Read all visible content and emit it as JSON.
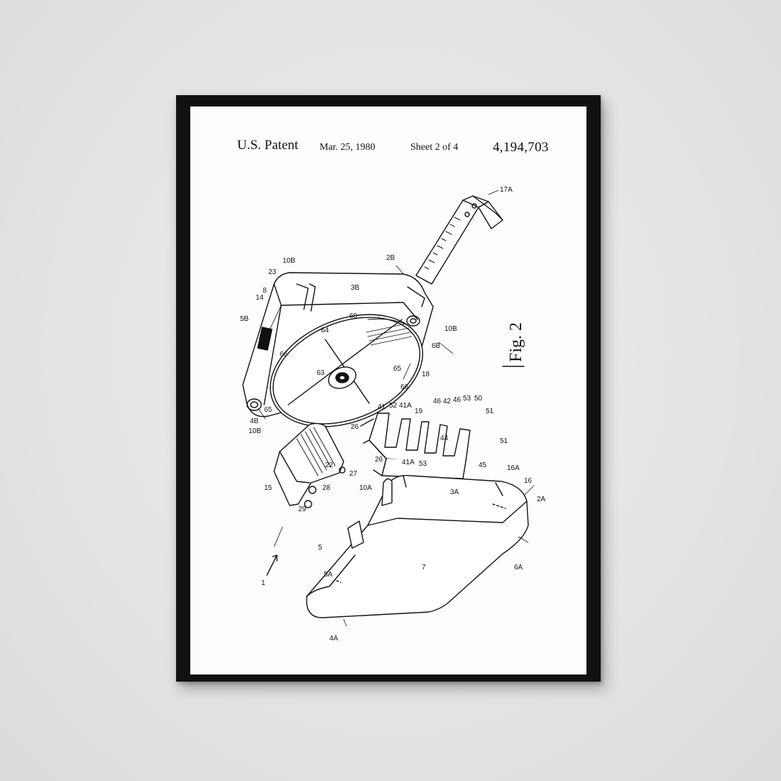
{
  "header": {
    "patent_label": "U.S. Patent",
    "date": "Mar. 25, 1980",
    "sheet": "Sheet 2 of 4",
    "patent_number": "4,194,703"
  },
  "figure": {
    "label": "Fig. 2",
    "ref_labels": {
      "r17a": "17A",
      "r2b": "2B",
      "r3b": "3B",
      "r10b_top": "10B",
      "r23": "23",
      "r8": "8",
      "r14": "14",
      "r5b": "5B",
      "r60": "60",
      "r64": "64",
      "r63": "63",
      "r66a": "66",
      "r65a": "65",
      "r65b": "65",
      "r66b": "66",
      "r6b": "6B",
      "r10b_r": "10B",
      "r18": "18",
      "r10b_l": "10B",
      "r4b": "4B",
      "r19": "19",
      "r26a": "26",
      "r41": "41",
      "r52": "52",
      "r41a": "41A",
      "r46a": "46",
      "r42": "42",
      "r46b": "46",
      "r53a": "53",
      "r50": "50",
      "r51a": "51",
      "r44": "44",
      "r51b": "51",
      "r26b": "26",
      "r53b": "53",
      "r41a2": "41A",
      "r45": "45",
      "r22": "22",
      "r27": "27",
      "r15": "15",
      "r28": "28",
      "r29": "29",
      "r10a": "10A",
      "r3a": "3A",
      "r16a": "16A",
      "r16": "16",
      "r2a": "2A",
      "r5": "5",
      "r5a": "5A",
      "r7": "7",
      "r6a": "6A",
      "r1": "1",
      "r4a": "4A"
    }
  },
  "colors": {
    "frame": "#111111",
    "paper": "#fdfdfd",
    "wall": "#e6e5e5",
    "ink": "#111111"
  }
}
